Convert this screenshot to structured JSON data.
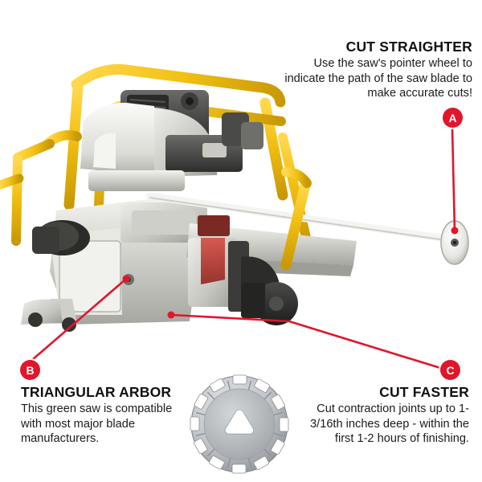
{
  "image": {
    "alt": "Walk-behind green concrete saw with yellow roll cage and honda engine, annotated with three feature callouts",
    "background_color": "#ffffff"
  },
  "product": {
    "frame_color": "#f5c518",
    "body_color": "#d8d8d2",
    "engine_color": "#e9e9e6",
    "blade_guard_color": "#3a3a3a"
  },
  "callouts": [
    {
      "marker": "A",
      "marker_color": "#e0162b",
      "title": "CUT STRAIGHTER",
      "body": "Use the saw's pointer wheel to indicate the path of the saw blade to make accurate cuts!",
      "align": "right"
    },
    {
      "marker": "B",
      "marker_color": "#e0162b",
      "title": "TRIANGULAR ARBOR",
      "body": "This green saw is compatible with most major blade manufacturers.",
      "align": "left"
    },
    {
      "marker": "C",
      "marker_color": "#e0162b",
      "title": "CUT FASTER",
      "body": "Cut contraction joints up to 1-3/16th inches deep - within the first 1-2 hours of finishing.",
      "align": "right"
    }
  ],
  "blade_diagram": {
    "name": "diamond-saw-blade",
    "body_color": "#b9bcc0",
    "arbor_shape": "triangular"
  }
}
